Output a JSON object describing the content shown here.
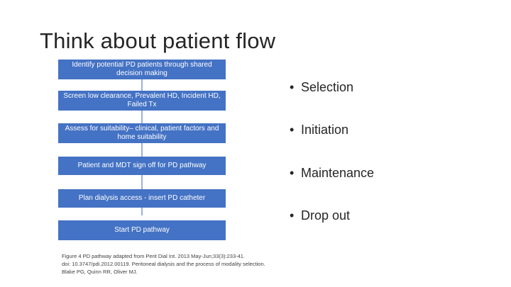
{
  "title": "Think about patient flow",
  "flow_steps": [
    "Identify potential PD patients through shared decision making",
    "Screen low clearance, Prevalent HD, Incident HD, Failed Tx",
    "Assess for suitability– clinical, patient factors and home suitability",
    "Patient and MDT sign off for PD pathway",
    "Plan dialysis access - insert PD catheter",
    "Start PD pathway"
  ],
  "bullets": [
    "Selection",
    "Initiation",
    "Maintenance",
    "Drop out"
  ],
  "caption": [
    "Figure 4 PD pathway adapted from Perit Dial Int. 2013 May-Jun;33(3):233-41.",
    " doi: 10.3747/pdi.2012.00119. Peritoneal dialysis and the process of modality selection.",
    "Blake PG, Quinn RR, Oliver MJ."
  ],
  "colors": {
    "box_fill": "#4472c4",
    "connector": "#9bb2d6",
    "text": "#262626"
  }
}
